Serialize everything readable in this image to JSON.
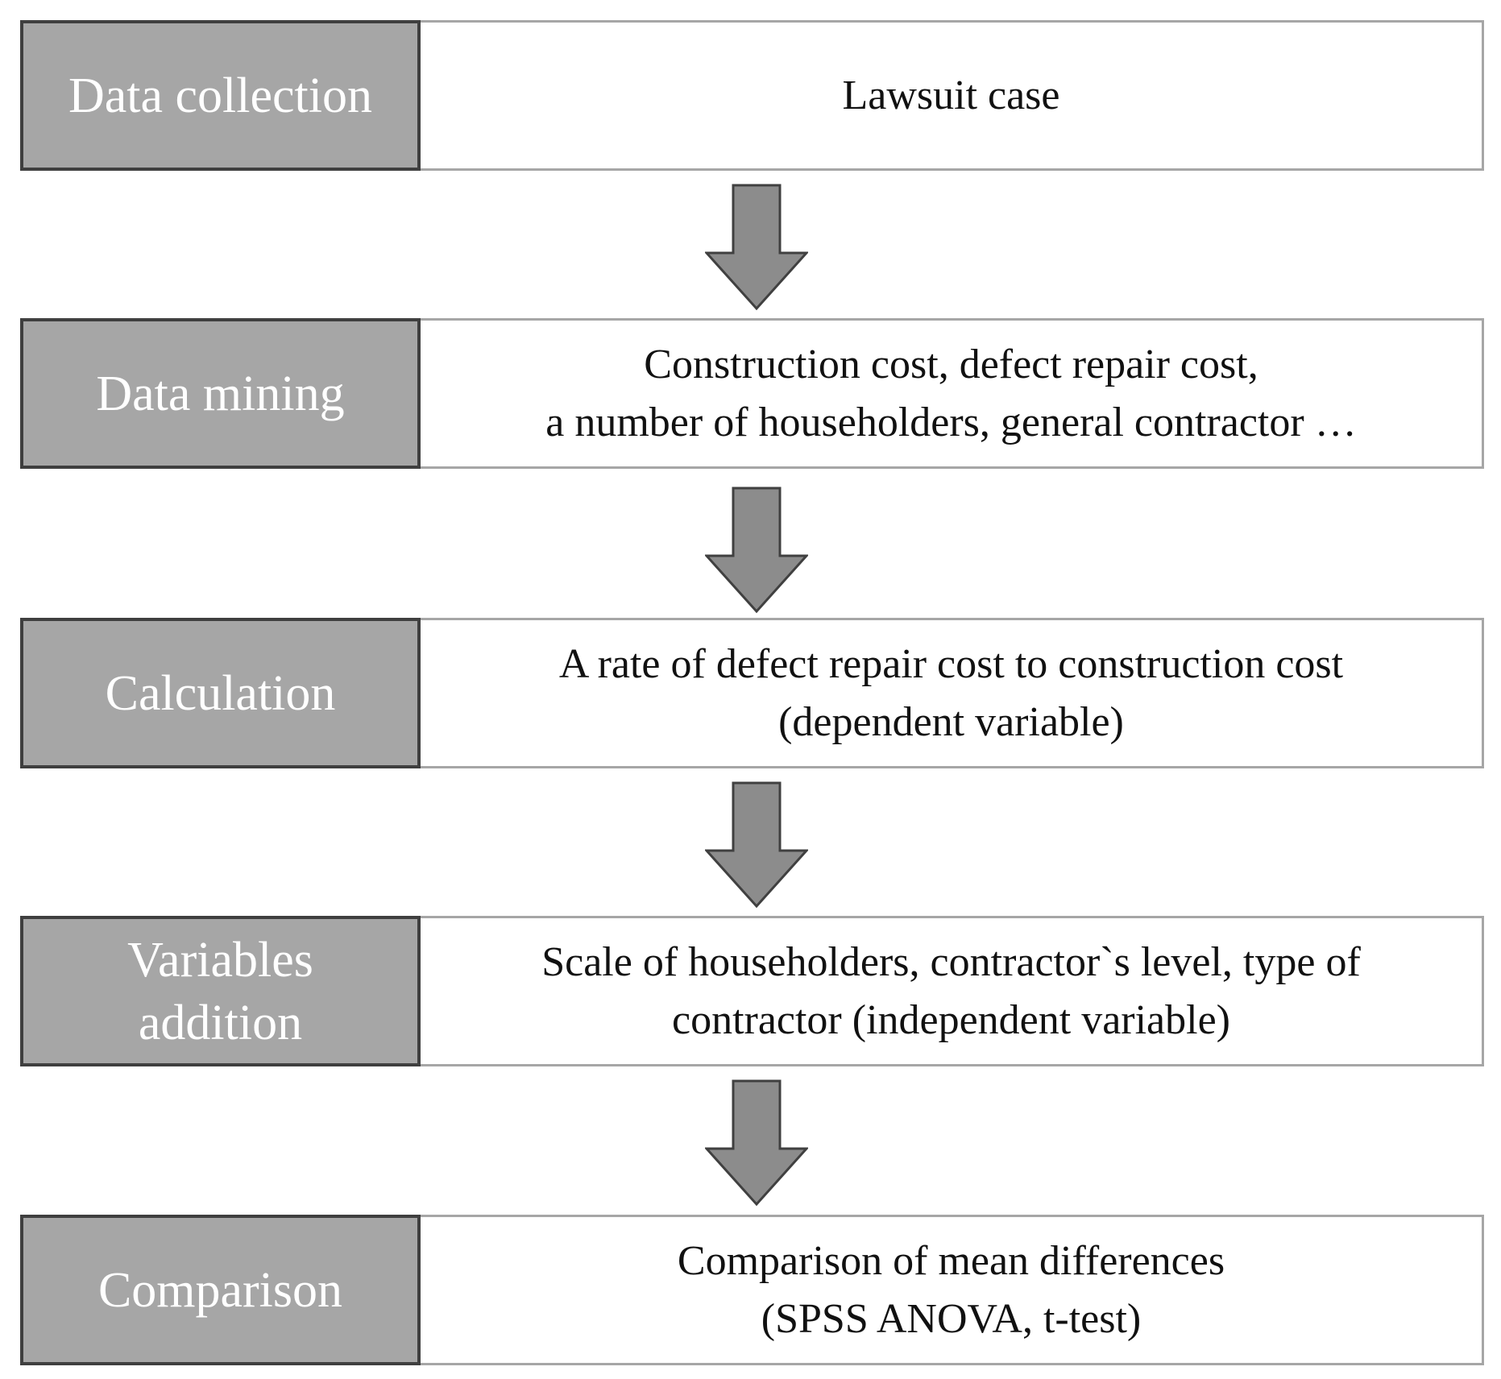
{
  "steps": [
    {
      "label": "Data collection",
      "content": "Lawsuit case"
    },
    {
      "label": "Data mining",
      "content": "Construction cost, defect repair cost,\na number of householders, general contractor …"
    },
    {
      "label": "Calculation",
      "content": "A rate of defect repair cost to construction cost\n(dependent variable)"
    },
    {
      "label": "Variables\naddition",
      "content": "Scale of householders, contractor`s level, type of\ncontractor (independent variable)"
    },
    {
      "label": "Comparison",
      "content": "Comparison of mean differences\n(SPSS ANOVA, t-test)"
    }
  ],
  "colors": {
    "label_fill": "#a6a6a6",
    "label_border": "#3f3f3f",
    "content_border": "#a6a6a6",
    "arrow_fill": "#8c8c8c",
    "arrow_stroke": "#404040"
  }
}
